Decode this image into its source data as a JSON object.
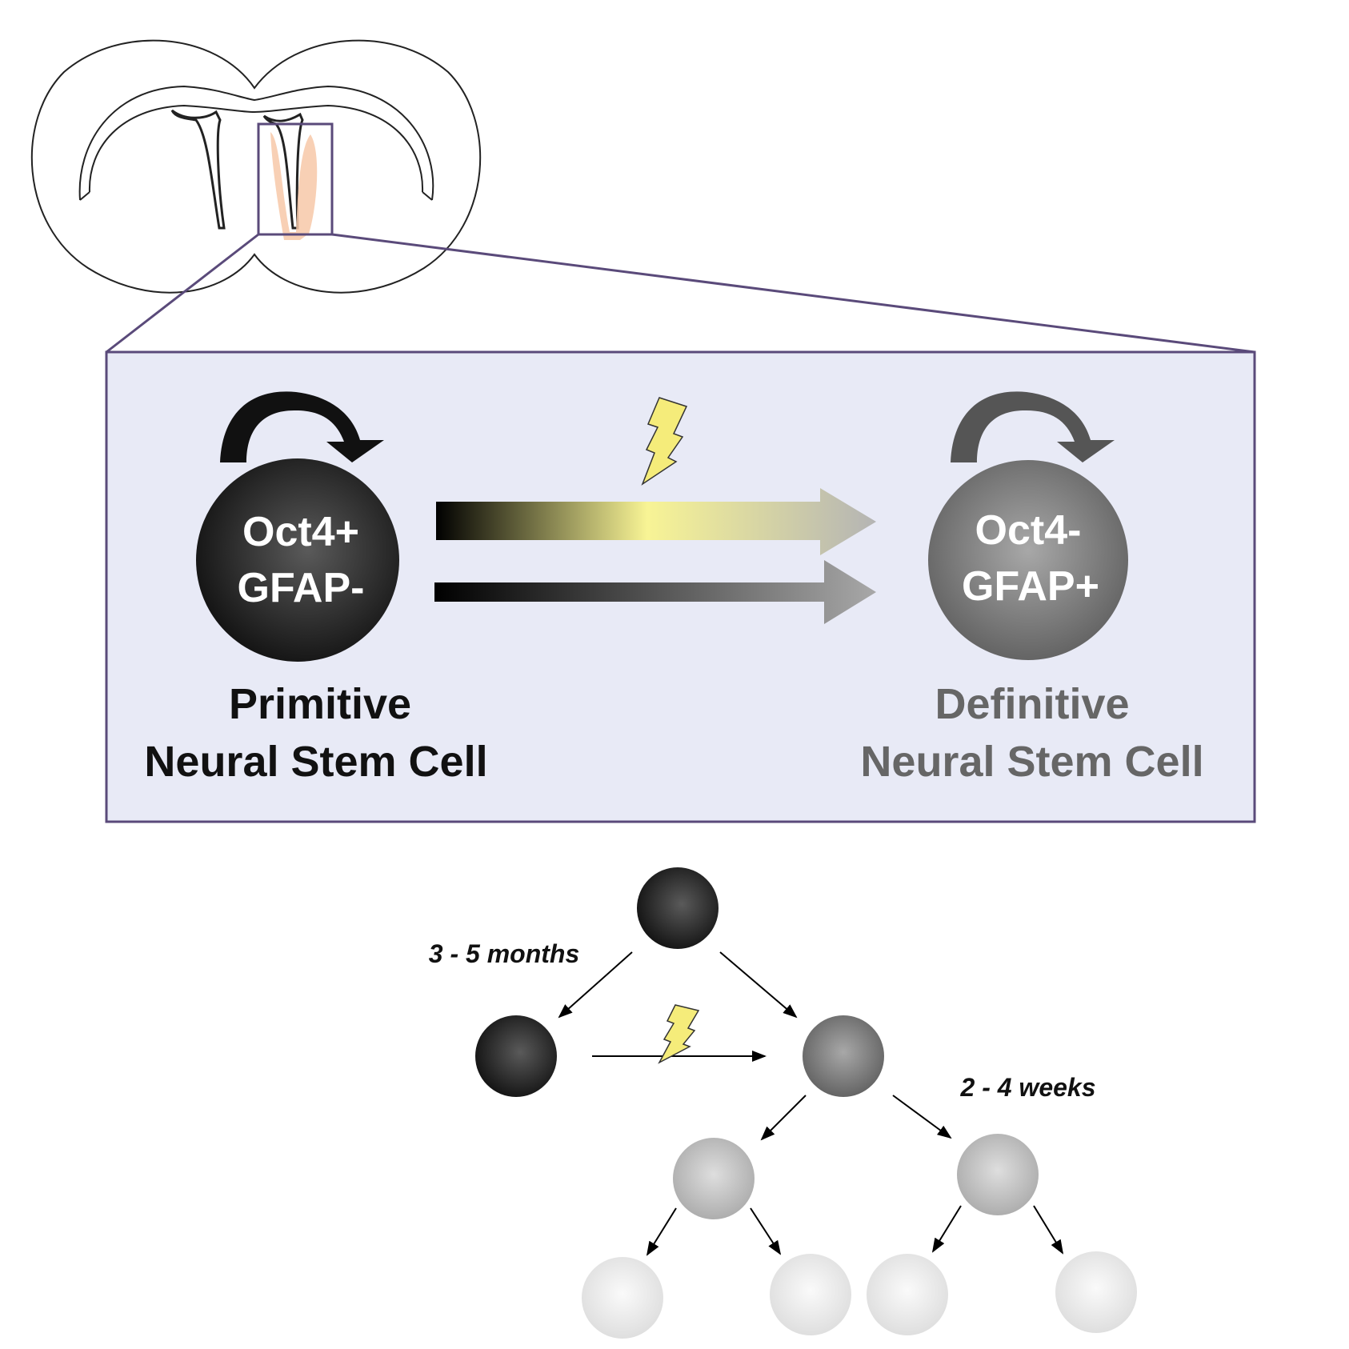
{
  "colors": {
    "panel_fill": "#e8eaf6",
    "panel_stroke": "#5a4a7a",
    "primitive_text": "#111111",
    "definitive_text": "#666666",
    "bolt_fill": "#f5ec7a",
    "highlight": "#f7c8a8"
  },
  "primitive": {
    "marker_line1": "Oct4+",
    "marker_line2": "GFAP-",
    "name_line1": "Primitive",
    "name_line2": "Neural Stem Cell"
  },
  "definitive": {
    "marker_line1": "Oct4-",
    "marker_line2": "GFAP+",
    "name_line1": "Definitive",
    "name_line2": "Neural Stem Cell"
  },
  "lineage": {
    "time_primitive": "3 - 5 months",
    "time_definitive": "2 - 4 weeks"
  },
  "icons": [
    "self-renewal-arrow-icon",
    "lightning-bolt-icon",
    "brain-section-icon"
  ]
}
